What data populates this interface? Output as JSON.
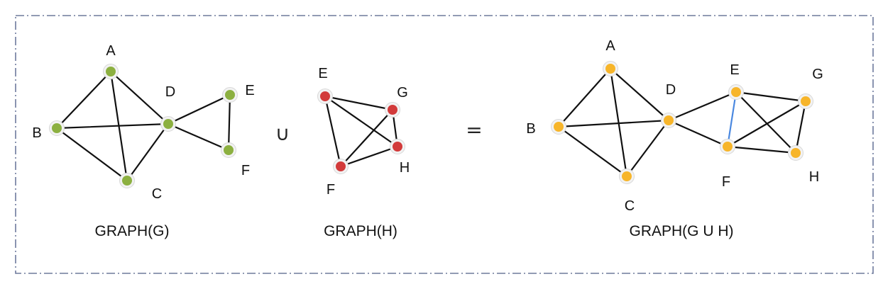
{
  "colors": {
    "frame": "#6e7a9c",
    "edge": "#111111",
    "highlight_edge": "#4a88e0",
    "green_node": "#8cb040",
    "red_node": "#d23a3a",
    "yellow_node": "#f7b52a"
  },
  "operators": {
    "union": "∪",
    "equals": "="
  },
  "graphs": [
    {
      "id": "g",
      "caption": "GRAPH(G)",
      "node_color": "green_node",
      "nodes": [
        {
          "id": "A",
          "label": "A"
        },
        {
          "id": "B",
          "label": "B"
        },
        {
          "id": "C",
          "label": "C"
        },
        {
          "id": "D",
          "label": "D"
        },
        {
          "id": "E",
          "label": "E"
        },
        {
          "id": "F",
          "label": "F"
        }
      ],
      "edges": [
        [
          "A",
          "B"
        ],
        [
          "A",
          "C"
        ],
        [
          "A",
          "D"
        ],
        [
          "B",
          "C"
        ],
        [
          "B",
          "D"
        ],
        [
          "C",
          "D"
        ],
        [
          "D",
          "E"
        ],
        [
          "D",
          "F"
        ],
        [
          "E",
          "F"
        ]
      ],
      "highlight_edges": []
    },
    {
      "id": "h",
      "caption": "GRAPH(H)",
      "node_color": "red_node",
      "nodes": [
        {
          "id": "E",
          "label": "E"
        },
        {
          "id": "G",
          "label": "G"
        },
        {
          "id": "H",
          "label": "H"
        },
        {
          "id": "F",
          "label": "F"
        }
      ],
      "edges": [
        [
          "E",
          "G"
        ],
        [
          "E",
          "H"
        ],
        [
          "E",
          "F"
        ],
        [
          "G",
          "H"
        ],
        [
          "G",
          "F"
        ],
        [
          "H",
          "F"
        ]
      ],
      "highlight_edges": []
    },
    {
      "id": "gh",
      "caption": "GRAPH(G U H)",
      "node_color": "yellow_node",
      "nodes": [
        {
          "id": "A",
          "label": "A"
        },
        {
          "id": "B",
          "label": "B"
        },
        {
          "id": "C",
          "label": "C"
        },
        {
          "id": "D",
          "label": "D"
        },
        {
          "id": "E",
          "label": "E"
        },
        {
          "id": "G",
          "label": "G"
        },
        {
          "id": "F",
          "label": "F"
        },
        {
          "id": "H",
          "label": "H"
        }
      ],
      "edges": [
        [
          "A",
          "B"
        ],
        [
          "A",
          "C"
        ],
        [
          "A",
          "D"
        ],
        [
          "B",
          "C"
        ],
        [
          "B",
          "D"
        ],
        [
          "C",
          "D"
        ],
        [
          "D",
          "E"
        ],
        [
          "D",
          "F"
        ],
        [
          "E",
          "G"
        ],
        [
          "E",
          "H"
        ],
        [
          "G",
          "H"
        ],
        [
          "G",
          "F"
        ],
        [
          "H",
          "F"
        ]
      ],
      "highlight_edges": [
        [
          "E",
          "F"
        ]
      ]
    }
  ]
}
